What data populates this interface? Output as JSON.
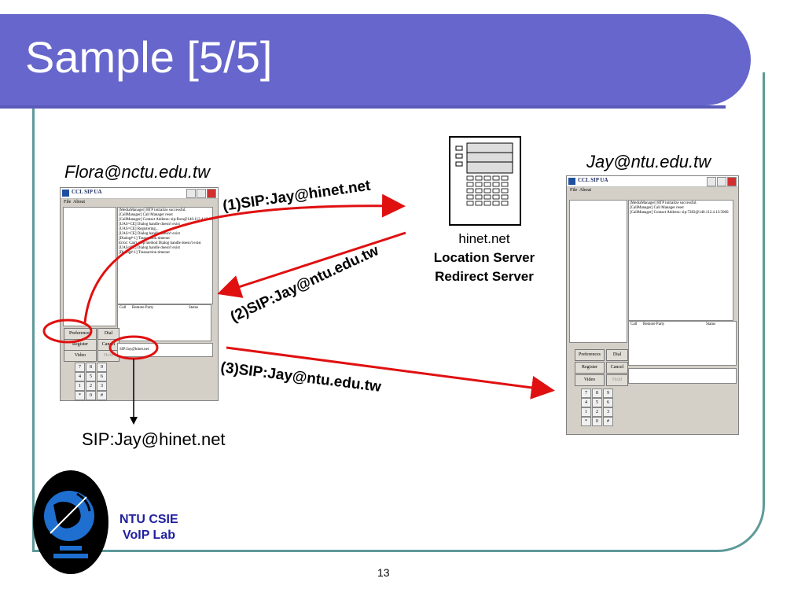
{
  "slide": {
    "title": "Sample [5/5]",
    "page_number": "13"
  },
  "left_client": {
    "address": "Flora@nctu.edu.tw",
    "window_title": "CCL SIP UA",
    "menu": [
      "File",
      "About"
    ],
    "log_lines": [
      "[MediaManager] RTP initialize successful.",
      "[CallManager] Call Manager reset",
      "[CallManager] Contact Address: sip:flora@140.112.4.13:5060",
      "[UAS=CE] Dialog handle doesn't exist",
      "[UAS=CE] Registering...",
      "[UAS=CE] Dialog handle doesn't exist",
      "[Dialog#-1] Transaction timeout",
      "Error: Can't stop method Dialog handle doesn't exist",
      "[UAS=CE] Dialog handle doesn't exist",
      "[Dialog#-1] Transaction timeout"
    ],
    "table_headers": [
      "Call",
      "Remote Party",
      "Status"
    ],
    "buttons": [
      "Preferences",
      "Dial",
      "Register",
      "Cancel",
      "Video",
      "Hold"
    ],
    "dial_input": "SIP:Jay@hinet.net",
    "keypad": [
      "7",
      "8",
      "9",
      "4",
      "5",
      "6",
      "1",
      "2",
      "3",
      "*",
      "0",
      "#"
    ],
    "callout": "SIP:Jay@hinet.net"
  },
  "right_client": {
    "address": "Jay@ntu.edu.tw",
    "window_title": "CCL SIP UA",
    "menu": [
      "File",
      "About"
    ],
    "log_lines": [
      "[MediaManager] RTP initialize successful.",
      "[CallManager] Call Manager reset",
      "[CallManager] Contact Address: sip:7282@140.112.4.13:5060"
    ],
    "table_headers": [
      "Call",
      "Remote Party",
      "Status"
    ],
    "buttons": [
      "Preferences",
      "Dial",
      "Register",
      "Cancel",
      "Video",
      "Hold"
    ],
    "keypad": [
      "7",
      "8",
      "9",
      "4",
      "5",
      "6",
      "1",
      "2",
      "3",
      "*",
      "0",
      "#"
    ]
  },
  "server": {
    "host": "hinet.net",
    "role1": "Location Server",
    "role2": "Redirect Server"
  },
  "messages": [
    {
      "label": "(1)SIP:Jay@hinet.net"
    },
    {
      "label": "(2)SIP:Jay@ntu.edu.tw"
    },
    {
      "label": "(3)SIP:Jay@ntu.edu.tw"
    }
  ],
  "footer": {
    "line1": "NTU CSIE",
    "line2": "VoIP Lab"
  },
  "colors": {
    "title_bar": "#6666cc",
    "frame": "#5f9a9a",
    "arrow": "#e01010",
    "footer_text": "#2020a0"
  }
}
